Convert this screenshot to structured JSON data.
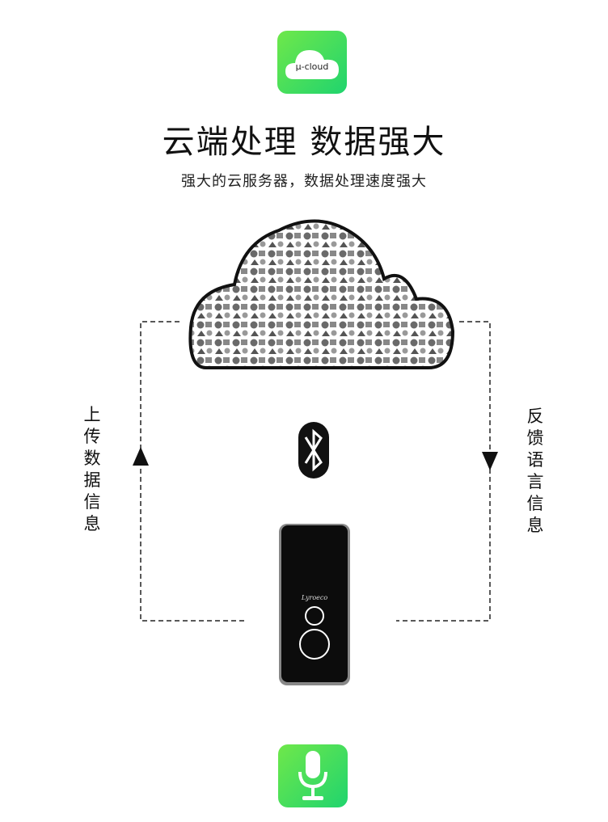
{
  "top_icon": {
    "label": "μ-cloud",
    "name": "cloud-app-icon"
  },
  "headline": "云端处理 数据强大",
  "subheadline": "强大的云服务器，数据处理速度强大",
  "left_label": "上传数据信息",
  "right_label": "反馈语言信息",
  "device": {
    "brand": "Lyroeco"
  },
  "bottom_icon": {
    "name": "microphone-app-icon"
  },
  "colors": {
    "green_start": "#6fe84a",
    "green_end": "#20d46e"
  }
}
